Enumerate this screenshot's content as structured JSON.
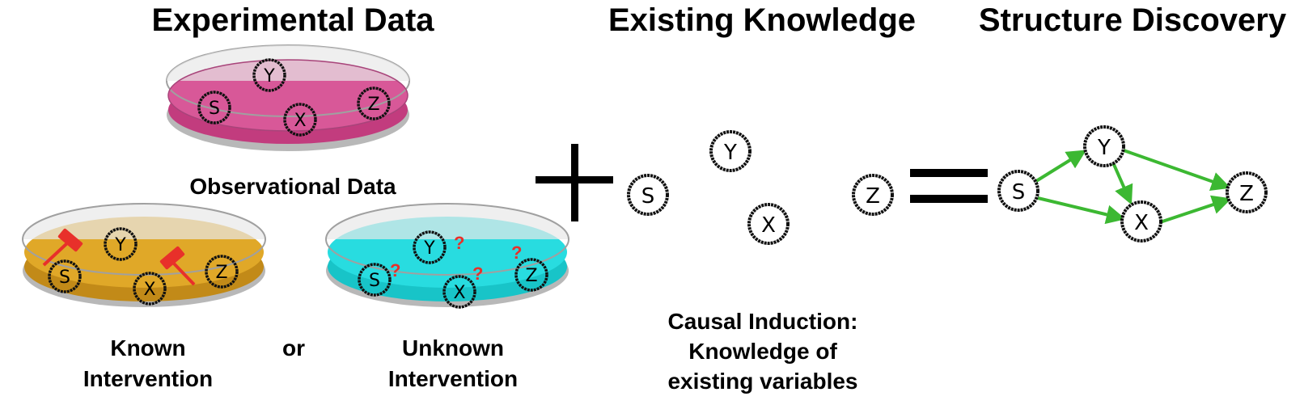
{
  "headings": {
    "experimental": "Experimental Data",
    "existing": "Existing Knowledge",
    "discovery": "Structure Discovery"
  },
  "labels": {
    "observational": "Observational Data",
    "known_line1": "Known",
    "known_line2": "Intervention",
    "or": "or",
    "unknown_line1": "Unknown",
    "unknown_line2": "Intervention",
    "induction_line1": "Causal Induction:",
    "induction_line2": "Knowledge of",
    "induction_line3": "existing variables"
  },
  "variables": [
    "S",
    "Y",
    "X",
    "Z"
  ],
  "question_mark": "?",
  "colors": {
    "observational_dish": "#d85898",
    "known_dish": "#e0a828",
    "unknown_dish": "#28dce0",
    "hammer": "#e8302a",
    "edge": "#3cb832"
  },
  "graph_edges": [
    {
      "from": "S",
      "to": "Y"
    },
    {
      "from": "S",
      "to": "X"
    },
    {
      "from": "Y",
      "to": "X"
    },
    {
      "from": "Y",
      "to": "Z"
    },
    {
      "from": "X",
      "to": "Z"
    }
  ],
  "operators": {
    "plus": "plus-sign",
    "equals": "equals-sign"
  }
}
